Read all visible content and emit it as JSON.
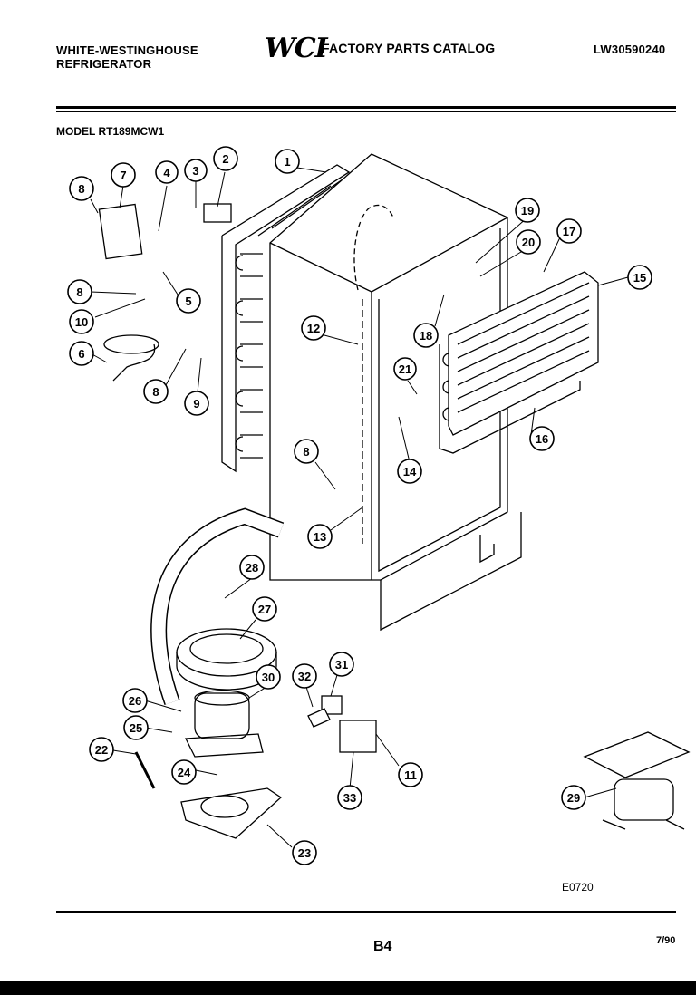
{
  "header": {
    "brand_line1": "WHITE-WESTINGHOUSE",
    "brand_line2": "REFRIGERATOR",
    "logo": "WCI",
    "catalog": "FACTORY PARTS CATALOG",
    "doc_number": "LW30590240"
  },
  "model_line": "MODEL RT189MCW1",
  "figure_code": "E0720",
  "page_number": "B4",
  "date": "7/90",
  "callouts": [
    "1",
    "2",
    "3",
    "4",
    "5",
    "6",
    "7",
    "8",
    "9",
    "10",
    "11",
    "12",
    "13",
    "14",
    "15",
    "16",
    "17",
    "18",
    "19",
    "20",
    "21",
    "22",
    "23",
    "24",
    "25",
    "26",
    "27",
    "28",
    "29",
    "30",
    "31",
    "32",
    "33"
  ]
}
